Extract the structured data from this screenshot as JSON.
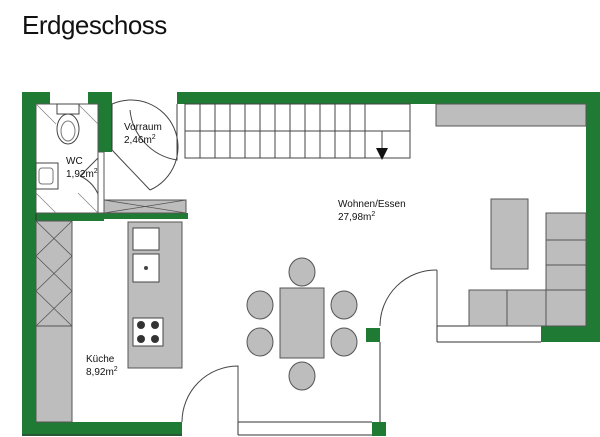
{
  "title": "Erdgeschoss",
  "rooms": [
    {
      "id": "vorraum",
      "name": "Vorraum",
      "area": "2,46m",
      "unit_sup": "2"
    },
    {
      "id": "wc",
      "name": "WC",
      "area": "1,92m",
      "unit_sup": "2"
    },
    {
      "id": "wohnen",
      "name": "Wohnen/Essen",
      "area": "27,98m",
      "unit_sup": "2"
    },
    {
      "id": "kueche",
      "name": "Küche",
      "area": "8,92m",
      "unit_sup": "2"
    }
  ],
  "colors": {
    "wall": "#1f7a34",
    "furniture": "#bdbdbd",
    "line": "#333333",
    "background": "#ffffff"
  }
}
